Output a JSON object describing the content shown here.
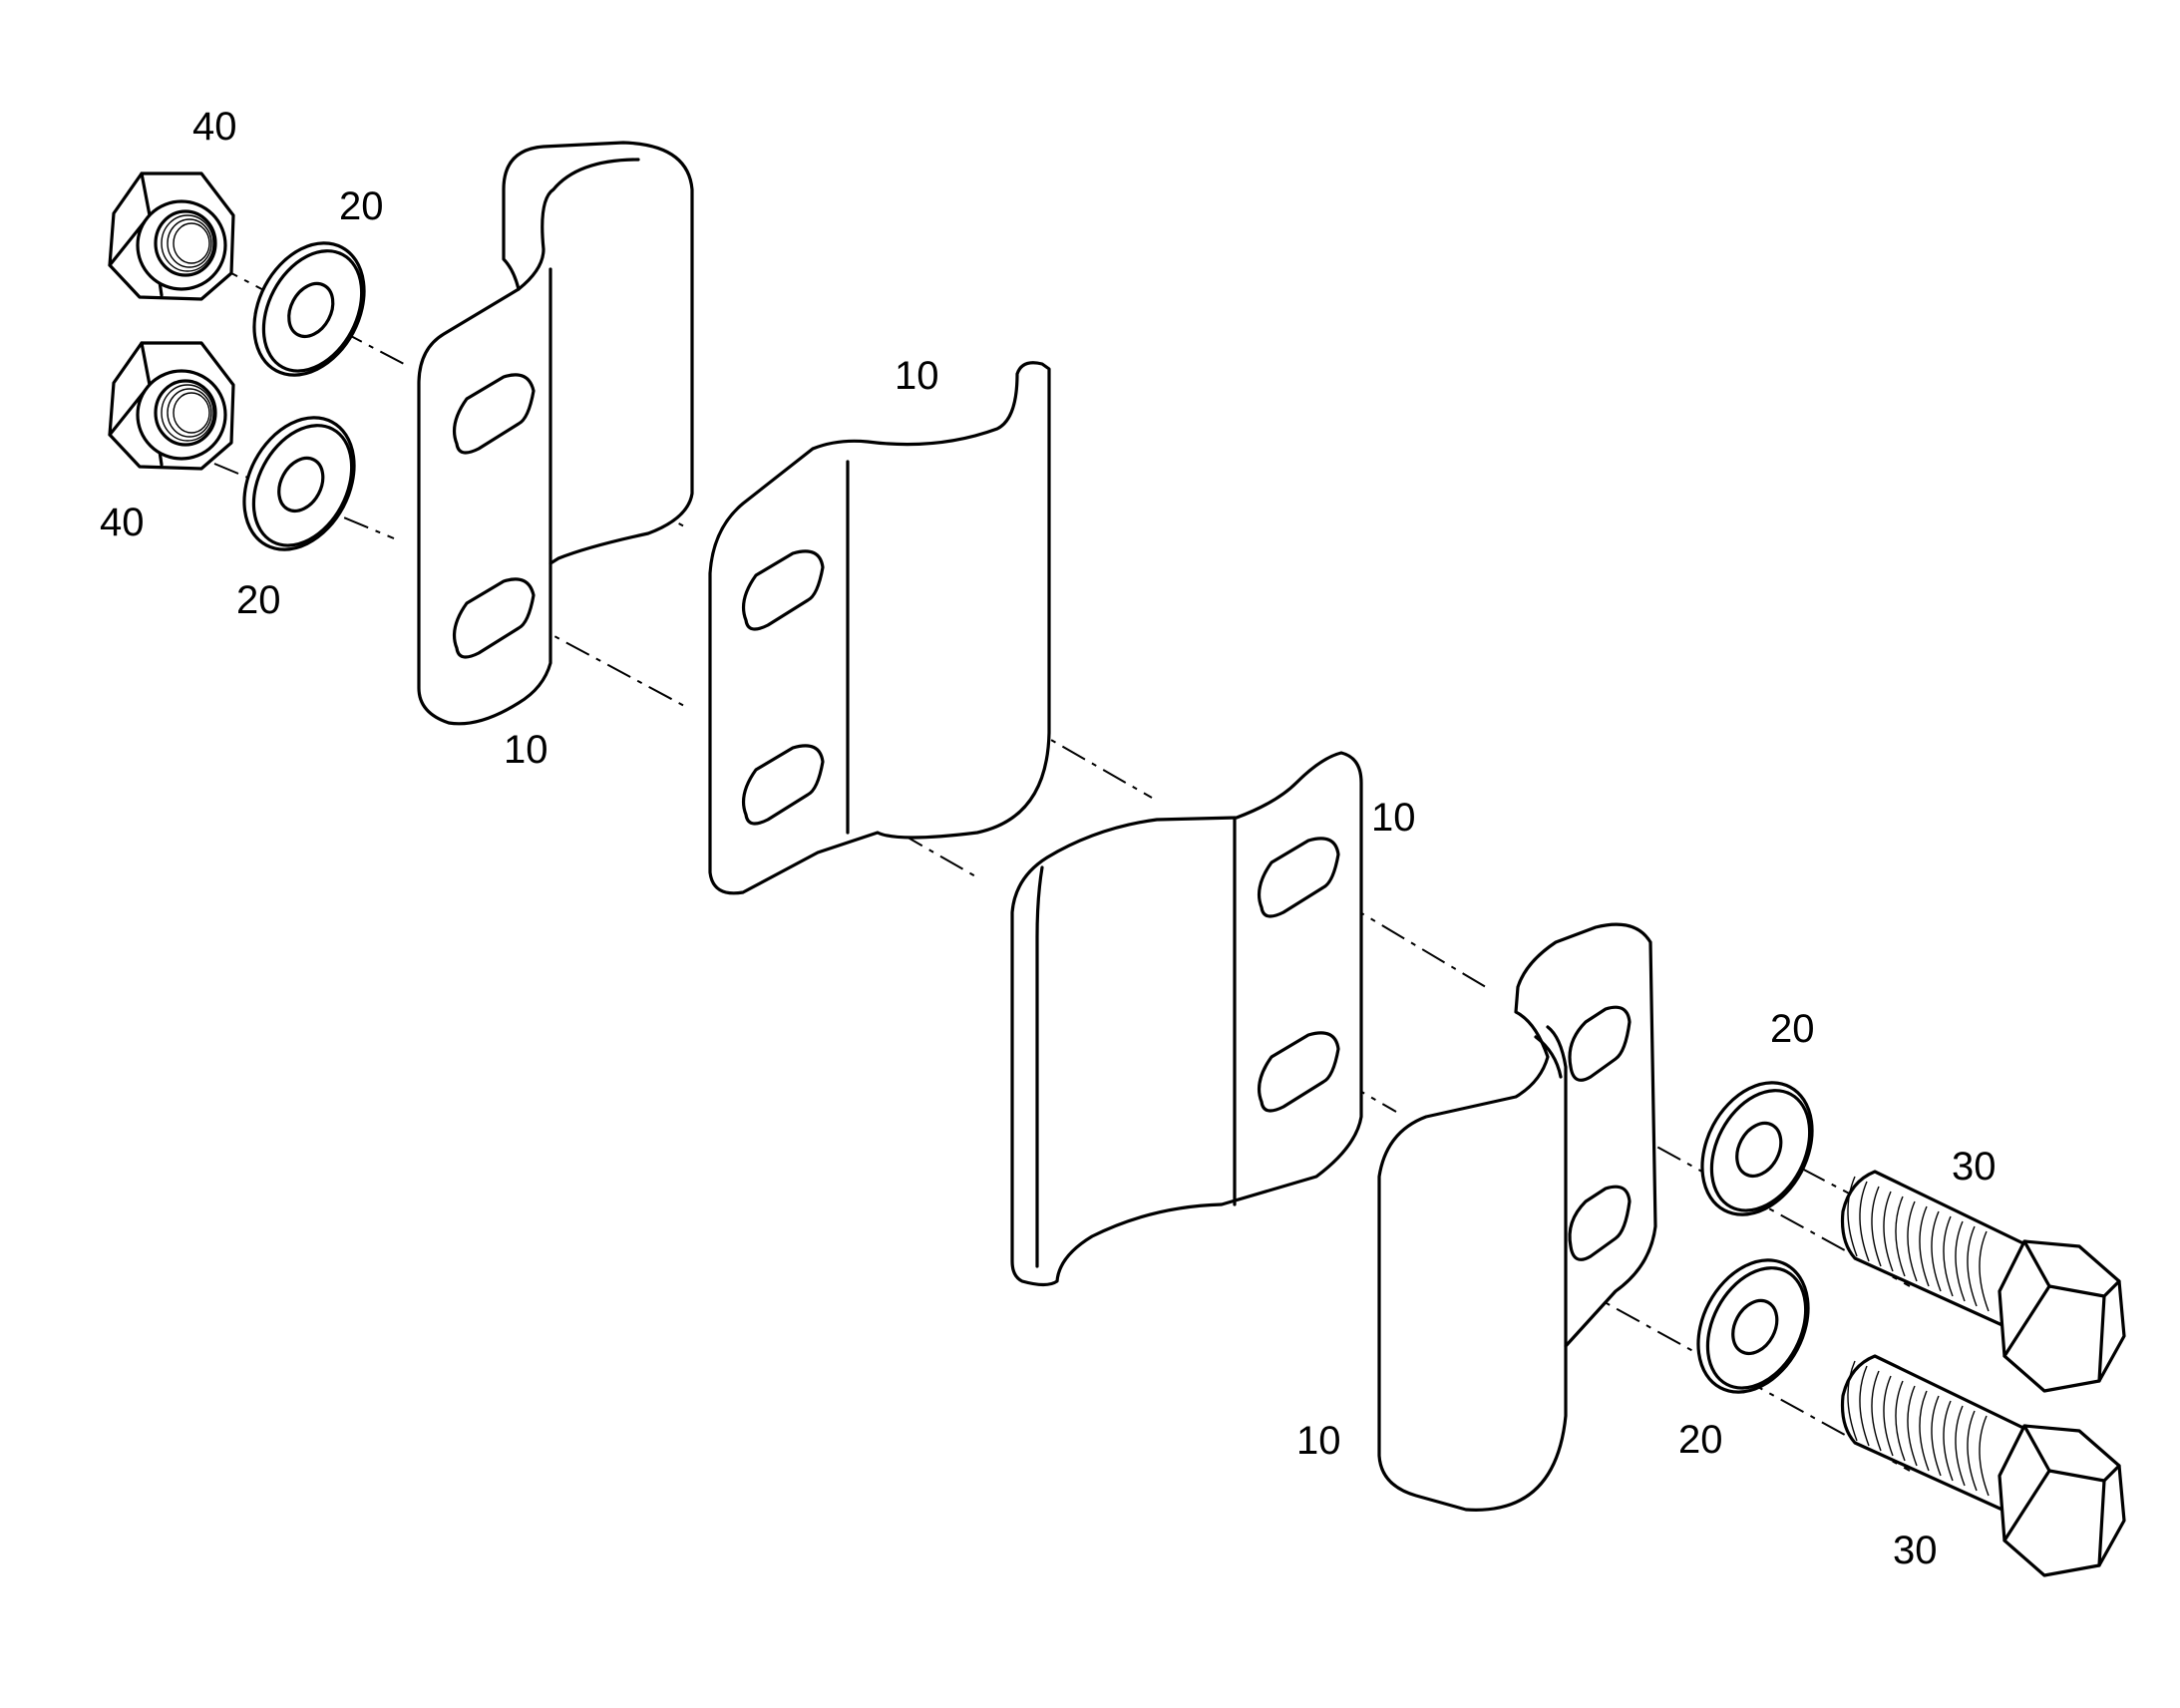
{
  "callouts": {
    "nut_top": "40",
    "nut_bottom": "40",
    "washer_top_left": "20",
    "washer_bottom_left": "20",
    "bracket_1": "10",
    "bracket_2": "10",
    "bracket_3": "10",
    "bracket_4": "10",
    "washer_top_right": "20",
    "washer_bottom_right": "20",
    "bolt_top": "30",
    "bolt_bottom": "30"
  },
  "parts": [
    {
      "item": "10",
      "icon": "clamp-bracket-icon",
      "count": 4
    },
    {
      "item": "20",
      "icon": "flat-washer-icon",
      "count": 4
    },
    {
      "item": "30",
      "icon": "hex-bolt-icon",
      "count": 2
    },
    {
      "item": "40",
      "icon": "hex-nut-icon",
      "count": 2
    }
  ]
}
